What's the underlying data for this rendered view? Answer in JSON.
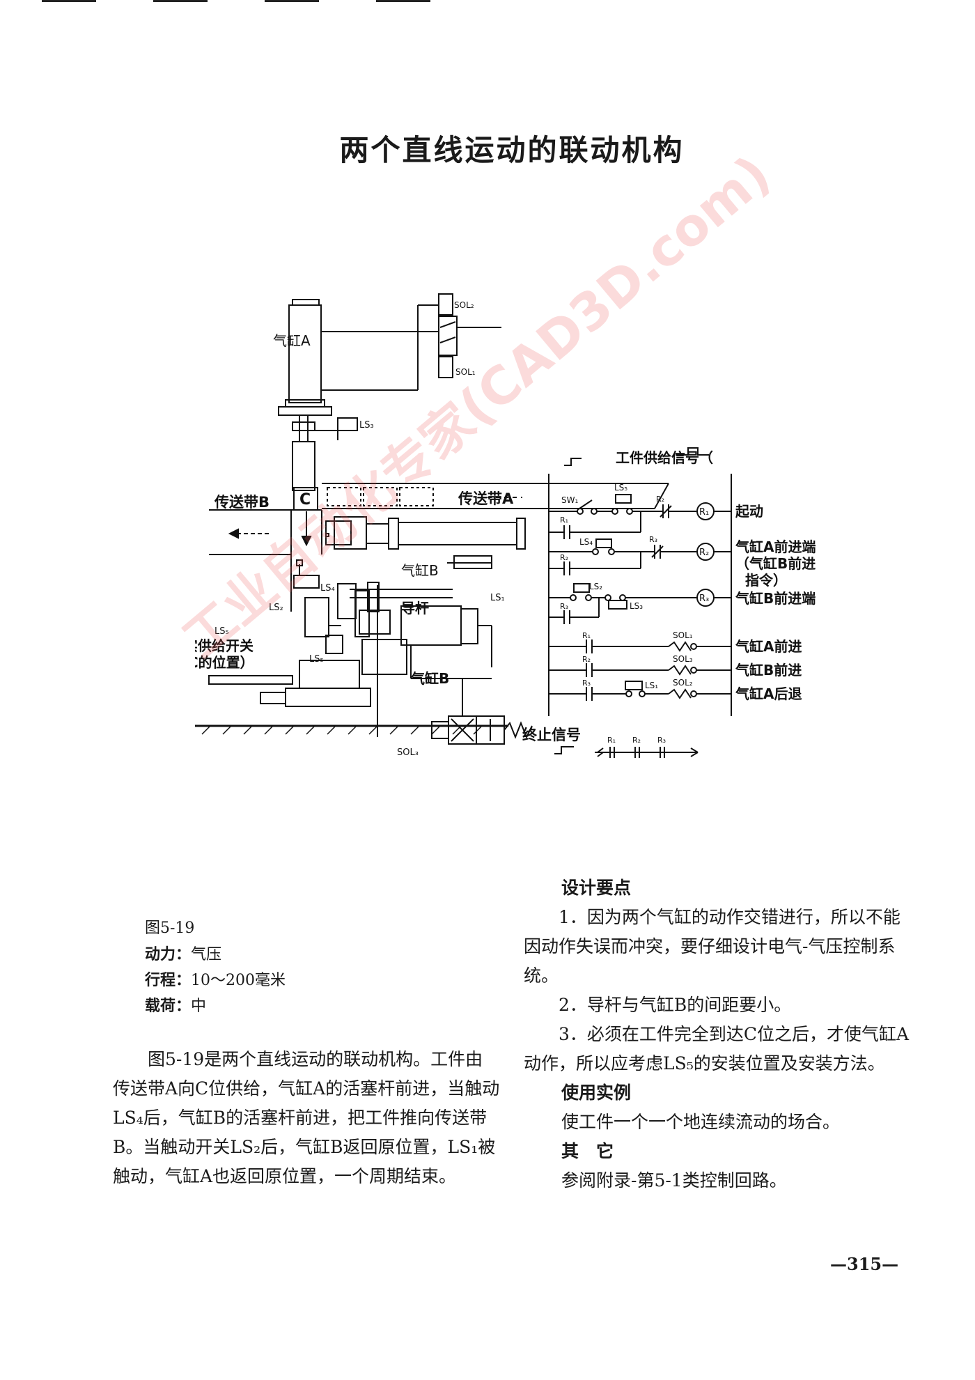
{
  "title": "两个直线运动的联动机构",
  "figure": {
    "cylinder_a": "气缸A",
    "cylinder_b_top": "气缸B",
    "cylinder_b_bottom": "气缸B",
    "sol2": "SOL₂",
    "sol1": "SOL₁",
    "sol3": "SOL₃",
    "ls3": "LS₃",
    "ls4": "LS₄",
    "ls2": "LS₂",
    "ls1": "LS₁",
    "ls5a": "LS₅",
    "ls5b": "LS₅",
    "conveyor_a": "传送带A",
    "conveyor_b": "传送带B",
    "position_c": "C",
    "guide_rod": "导杆",
    "confirm_switch": "证实供给开关",
    "confirm_switch_sub": "（C的位置）",
    "supply_signal": "工件供给信号（",
    "stop_signal": "终止信号",
    "sw1": "SW₁",
    "start": "起动",
    "a_end": "气缸A前进端",
    "b_cmd1": "（气缸B前进",
    "b_cmd2": "指令）",
    "b_end": "气缸B前进端",
    "a_fwd": "气缸A前进",
    "b_fwd": "气缸B前进",
    "a_back": "气缸A后退",
    "ls5c": "LS₅",
    "ls4c": "LS₄",
    "ls2c": "LS₂",
    "ls3c": "LS₃",
    "ls1c": "LS₁",
    "sol1c": "SOL₁",
    "sol3c": "SOL₃",
    "sol2c": "SOL₂",
    "r1": "R₁",
    "r2": "R₂",
    "r3": "R₃",
    "r1c": "R₁",
    "r2c": "R₂",
    "r3c": "R₃",
    "r2b": "R₂",
    "r3b": "R₃",
    "r1d": "R₁",
    "r2d": "R₂",
    "r3d": "R₃",
    "r1e": "R₁",
    "r2e": "R₂",
    "r3e": "R₃",
    "watermark": "工业自动化专家(CAD3D.com)"
  },
  "spec": {
    "fig_no": "图5-19",
    "power_label": "动力：",
    "power": "气压",
    "stroke_label": "行程：",
    "stroke": "10～200毫米",
    "load_label": "载荷：",
    "load": "中"
  },
  "left_text": "图5-19是两个直线运动的联动机构。工件由传送带A向C位供给，气缸A的活塞杆前进，当触动LS₄后，气缸B的活塞杆前进，把工件推向传送带B。当触动开关LS₂后，气缸B返回原位置，LS₁被触动，气缸A也返回原位置，一个周期结束。",
  "design": {
    "heading": "设计要点",
    "p1": "1．因为两个气缸的动作交错进行，所以不能因动作失误而冲突，要仔细设计电气-气压控制系统。",
    "p2": "2．导杆与气缸B的间距要小。",
    "p3": "3．必须在工件完全到达C位之后，才使气缸A动作，所以应考虑LS₅的安装位置及安装方法。"
  },
  "usage": {
    "heading": "使用实例",
    "text": "使工件一个一个地连续流动的场合。"
  },
  "other": {
    "heading": "其　它",
    "text": "参阅附录-第5-1类控制回路。"
  },
  "page_number": "—315—"
}
